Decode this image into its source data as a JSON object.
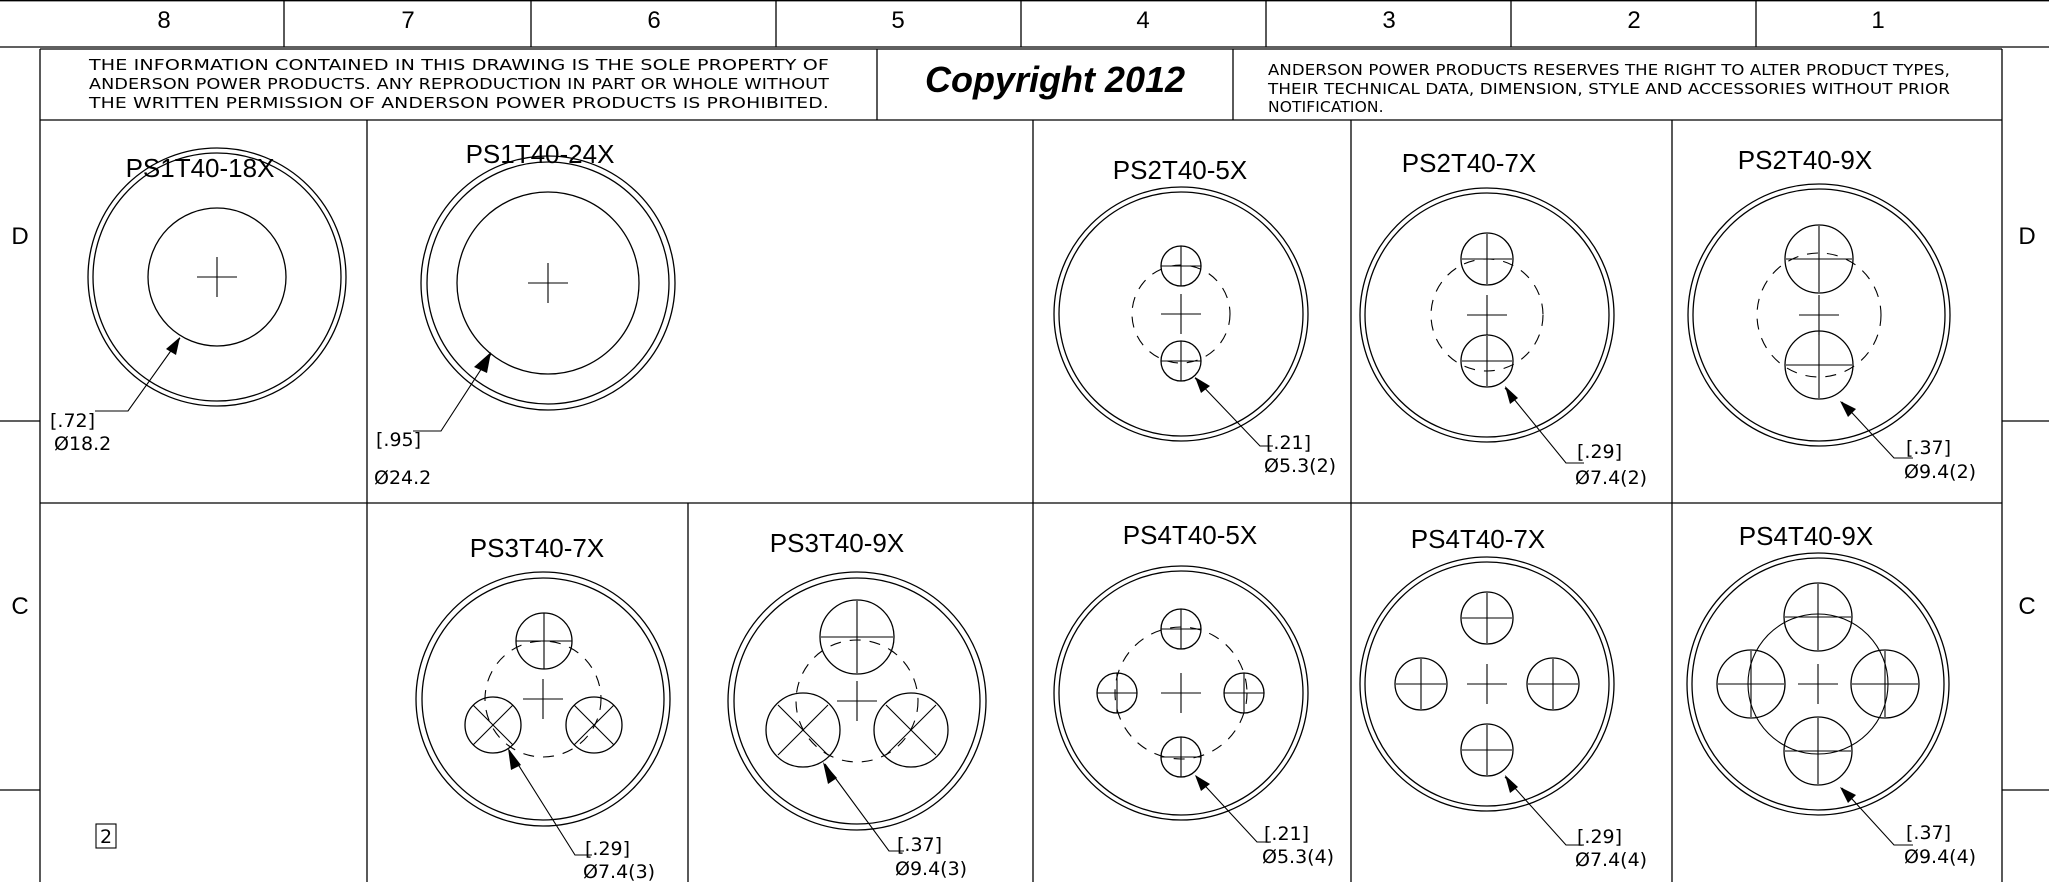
{
  "zones": {
    "columns": [
      "8",
      "7",
      "6",
      "5",
      "4",
      "3",
      "2",
      "1"
    ],
    "rows": [
      "D",
      "C"
    ]
  },
  "notice_left": [
    "THE INFORMATION CONTAINED IN THIS DRAWING IS THE SOLE PROPERTY OF",
    "ANDERSON POWER PRODUCTS.   ANY REPRODUCTION IN PART OR WHOLE WITHOUT",
    "THE WRITTEN PERMISSION OF ANDERSON POWER PRODUCTS IS PROHIBITED."
  ],
  "copyright": "Copyright 2012",
  "notice_right": [
    "ANDERSON POWER PRODUCTS RESERVES THE RIGHT TO ALTER PRODUCT TYPES,",
    "THEIR TECHNICAL DATA, DIMENSION, STYLE AND ACCESSORIES WITHOUT PRIOR",
    "NOTIFICATION."
  ],
  "views": [
    {
      "id": "ps1t40-18x",
      "title": "PS1T40-18X",
      "dim_inch": "[.72]",
      "dim_mm": "Ø18.2",
      "holes": 1
    },
    {
      "id": "ps1t40-24x",
      "title": "PS1T40-24X",
      "dim_inch": "[.95]",
      "dim_mm": "Ø24.2",
      "holes": 1
    },
    {
      "id": "ps2t40-5x",
      "title": "PS2T40-5X",
      "dim_inch": "[.21]",
      "dim_mm": "Ø5.3(2)",
      "holes": 2
    },
    {
      "id": "ps2t40-7x",
      "title": "PS2T40-7X",
      "dim_inch": "[.29]",
      "dim_mm": "Ø7.4(2)",
      "holes": 2
    },
    {
      "id": "ps2t40-9x",
      "title": "PS2T40-9X",
      "dim_inch": "[.37]",
      "dim_mm": "Ø9.4(2)",
      "holes": 2
    },
    {
      "id": "ps3t40-7x",
      "title": "PS3T40-7X",
      "dim_inch": "[.29]",
      "dim_mm": "Ø7.4(3)",
      "holes": 3
    },
    {
      "id": "ps3t40-9x",
      "title": "PS3T40-9X",
      "dim_inch": "[.37]",
      "dim_mm": "Ø9.4(3)",
      "holes": 3
    },
    {
      "id": "ps4t40-5x",
      "title": "PS4T40-5X",
      "dim_inch": "[.21]",
      "dim_mm": "Ø5.3(4)",
      "holes": 4
    },
    {
      "id": "ps4t40-7x",
      "title": "PS4T40-7X",
      "dim_inch": "[.29]",
      "dim_mm": "Ø7.4(4)",
      "holes": 4
    },
    {
      "id": "ps4t40-9x",
      "title": "PS4T40-9X",
      "dim_inch": "[.37]",
      "dim_mm": "Ø9.4(4)",
      "holes": 4
    }
  ],
  "note_box": "2"
}
